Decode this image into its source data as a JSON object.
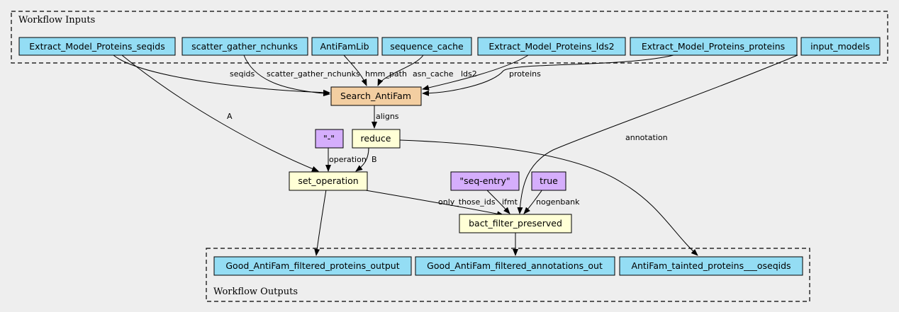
{
  "clusters": {
    "inputs_label": "Workflow Inputs",
    "outputs_label": "Workflow Outputs"
  },
  "colors": {
    "io": "#94ddf4",
    "step": "#ffffd6",
    "main_step": "#f3cea1",
    "literal": "#d5aefc",
    "background": "#eeeeee"
  },
  "nodes": {
    "seqids": "Extract_Model_Proteins_seqids",
    "nchunks": "scatter_gather_nchunks",
    "antifamlib": "AntiFamLib",
    "seqcache": "sequence_cache",
    "lds2": "Extract_Model_Proteins_lds2",
    "proteins": "Extract_Model_Proteins_proteins",
    "models": "input_models",
    "search": "Search_AntiFam",
    "reduce": "reduce",
    "dash": "\"-\"",
    "setop": "set_operation",
    "seqentry": "\"seq-entry\"",
    "true": "true",
    "bact": "bact_filter_preserved",
    "out_proteins": "Good_AntiFam_filtered_proteins_output",
    "out_annot": "Good_AntiFam_filtered_annotations_out",
    "out_tainted": "AntiFam_tainted_proteins___oseqids"
  },
  "edges": {
    "seqids": "seqids",
    "nchunks": "scatter_gather_nchunks",
    "hmm_path": "hmm_path",
    "asn_cache": "asn_cache",
    "lds2": "lds2",
    "proteins": "proteins",
    "aligns": "aligns",
    "a": "A",
    "b": "B",
    "operation": "operation",
    "annotation": "annotation",
    "only_those_ids": "only_those_ids",
    "ifmt": "ifmt",
    "nogenbank": "nogenbank"
  }
}
